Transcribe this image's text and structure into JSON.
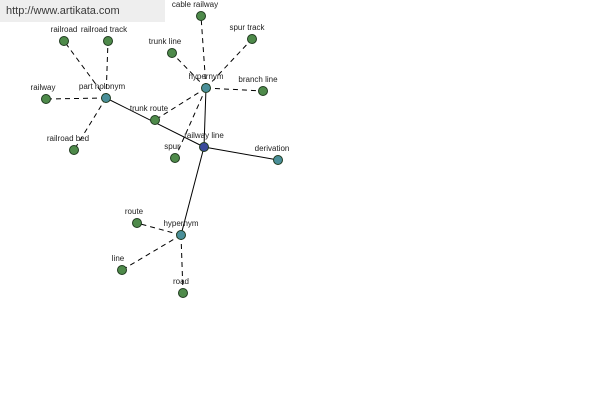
{
  "watermark": "http://www.artikata.com",
  "colors": {
    "leaf": "#4e8a4a",
    "relation": "#4a8f99",
    "center": "#3a4a9a",
    "edge": "#000000"
  },
  "nodes": [
    {
      "id": "railway-line",
      "label": "railway line",
      "kind": "center"
    },
    {
      "id": "part-holonym",
      "label": "part holonym",
      "kind": "relation"
    },
    {
      "id": "hypernym-top",
      "label": "hypernym",
      "kind": "relation"
    },
    {
      "id": "derivation",
      "label": "derivation",
      "kind": "relation"
    },
    {
      "id": "hypernym-bottom",
      "label": "hypernym",
      "kind": "relation"
    },
    {
      "id": "railroad",
      "label": "railroad",
      "kind": "leaf"
    },
    {
      "id": "railroad-track",
      "label": "railroad track",
      "kind": "leaf"
    },
    {
      "id": "railway",
      "label": "railway",
      "kind": "leaf"
    },
    {
      "id": "railroad-bed",
      "label": "railroad bed",
      "kind": "leaf"
    },
    {
      "id": "cable-railway",
      "label": "cable railway",
      "kind": "leaf"
    },
    {
      "id": "spur-track",
      "label": "spur track",
      "kind": "leaf"
    },
    {
      "id": "trunk-line",
      "label": "trunk line",
      "kind": "leaf"
    },
    {
      "id": "branch-line",
      "label": "branch line",
      "kind": "leaf"
    },
    {
      "id": "trunk-route",
      "label": "trunk route",
      "kind": "leaf"
    },
    {
      "id": "spur",
      "label": "spur",
      "kind": "leaf"
    },
    {
      "id": "route",
      "label": "route",
      "kind": "leaf"
    },
    {
      "id": "line",
      "label": "line",
      "kind": "leaf"
    },
    {
      "id": "road",
      "label": "road",
      "kind": "leaf"
    }
  ],
  "edges": [
    {
      "from": "railway-line",
      "to": "part-holonym",
      "style": "solid"
    },
    {
      "from": "railway-line",
      "to": "hypernym-top",
      "style": "solid"
    },
    {
      "from": "railway-line",
      "to": "derivation",
      "style": "solid"
    },
    {
      "from": "railway-line",
      "to": "hypernym-bottom",
      "style": "solid"
    },
    {
      "from": "part-holonym",
      "to": "railroad",
      "style": "dashed"
    },
    {
      "from": "part-holonym",
      "to": "railroad-track",
      "style": "dashed"
    },
    {
      "from": "part-holonym",
      "to": "railway",
      "style": "dashed"
    },
    {
      "from": "part-holonym",
      "to": "railroad-bed",
      "style": "dashed"
    },
    {
      "from": "hypernym-top",
      "to": "cable-railway",
      "style": "dashed"
    },
    {
      "from": "hypernym-top",
      "to": "spur-track",
      "style": "dashed"
    },
    {
      "from": "hypernym-top",
      "to": "trunk-line",
      "style": "dashed"
    },
    {
      "from": "hypernym-top",
      "to": "branch-line",
      "style": "dashed"
    },
    {
      "from": "hypernym-top",
      "to": "trunk-route",
      "style": "dashed"
    },
    {
      "from": "hypernym-top",
      "to": "spur",
      "style": "dashed"
    },
    {
      "from": "hypernym-bottom",
      "to": "route",
      "style": "dashed"
    },
    {
      "from": "hypernym-bottom",
      "to": "line",
      "style": "dashed"
    },
    {
      "from": "hypernym-bottom",
      "to": "road",
      "style": "dashed"
    }
  ]
}
